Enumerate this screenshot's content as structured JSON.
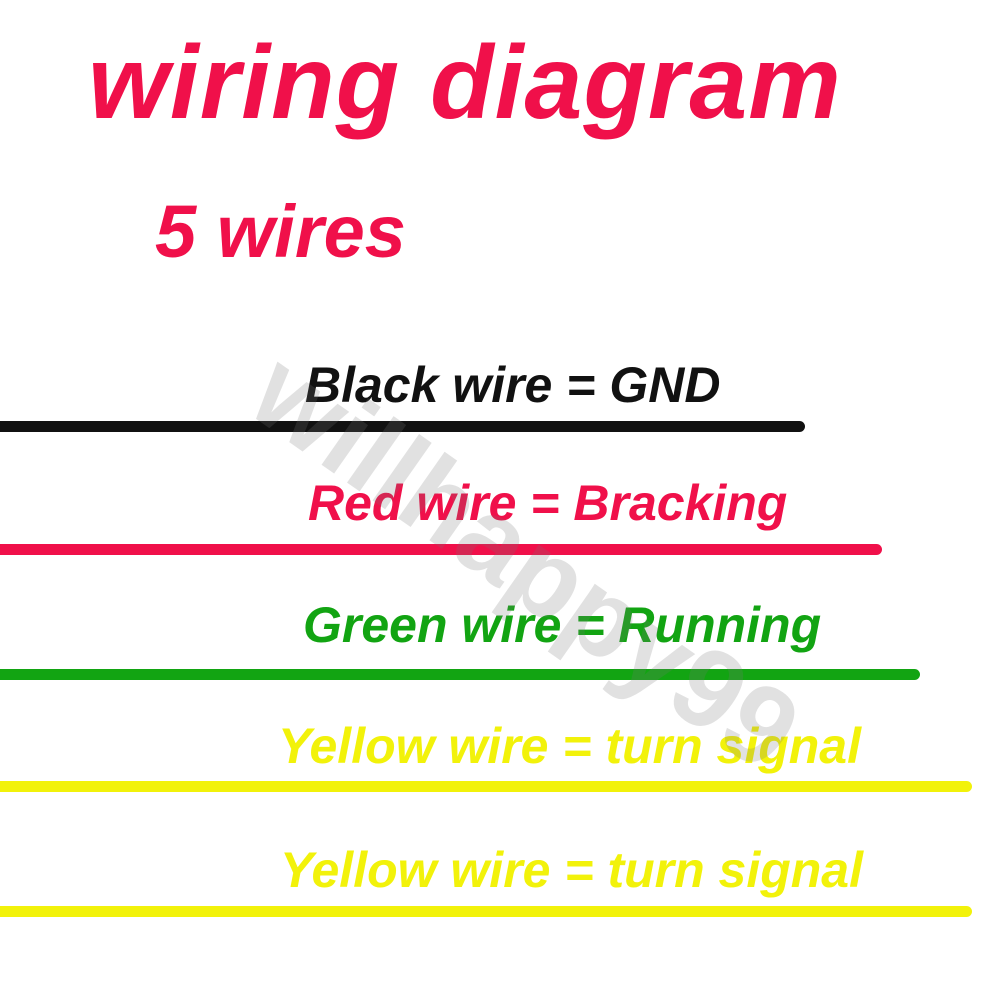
{
  "title": "wiring diagram",
  "subtitle": "5 wires",
  "watermark": "willhappy99",
  "colors": {
    "title": "#f0104a",
    "black": "#111111",
    "red": "#f0104a",
    "green": "#12a412",
    "yellow": "#f2f20a"
  },
  "wires": [
    {
      "label": "Black wire = GND",
      "color": "#111111"
    },
    {
      "label": "Red wire = Bracking",
      "color": "#f0104a"
    },
    {
      "label": "Green wire = Running",
      "color": "#12a412"
    },
    {
      "label": "Yellow wire = turn signal",
      "color": "#f2f20a"
    },
    {
      "label": "Yellow wire = turn signal",
      "color": "#f2f20a"
    }
  ]
}
